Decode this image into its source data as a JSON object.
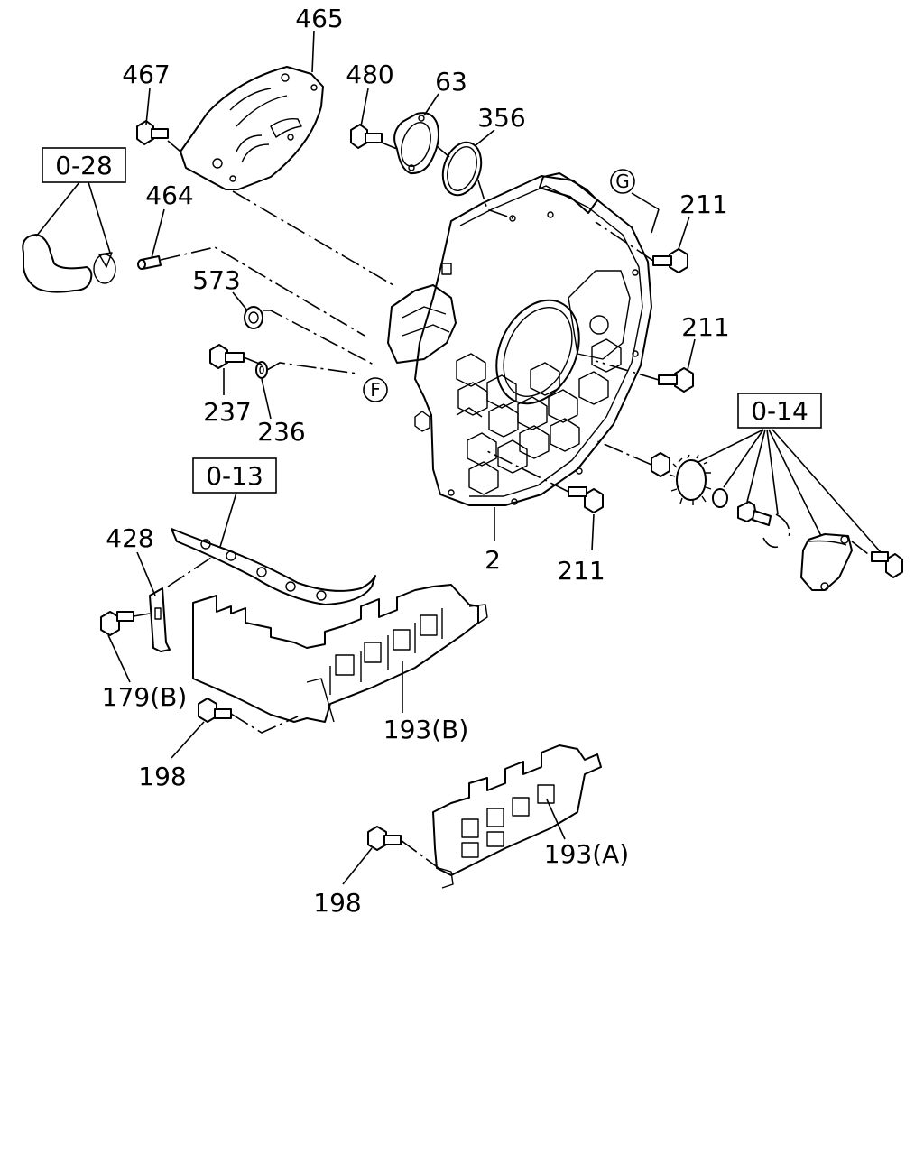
{
  "ref_boxes": {
    "b028": "0-28",
    "b014": "0-14",
    "b013": "0-13"
  },
  "circle_refs": {
    "g": "G",
    "f": "F"
  },
  "part_numbers": {
    "p465": "465",
    "p467": "467",
    "p480": "480",
    "p63": "63",
    "p356": "356",
    "p464": "464",
    "p211a": "211",
    "p573": "573",
    "p211b": "211",
    "p237": "237",
    "p236": "236",
    "p428": "428",
    "p2": "2",
    "p211c": "211",
    "p179b": "179(B)",
    "p193b": "193(B)",
    "p198a": "198",
    "p193a": "193(A)",
    "p198b": "198"
  }
}
